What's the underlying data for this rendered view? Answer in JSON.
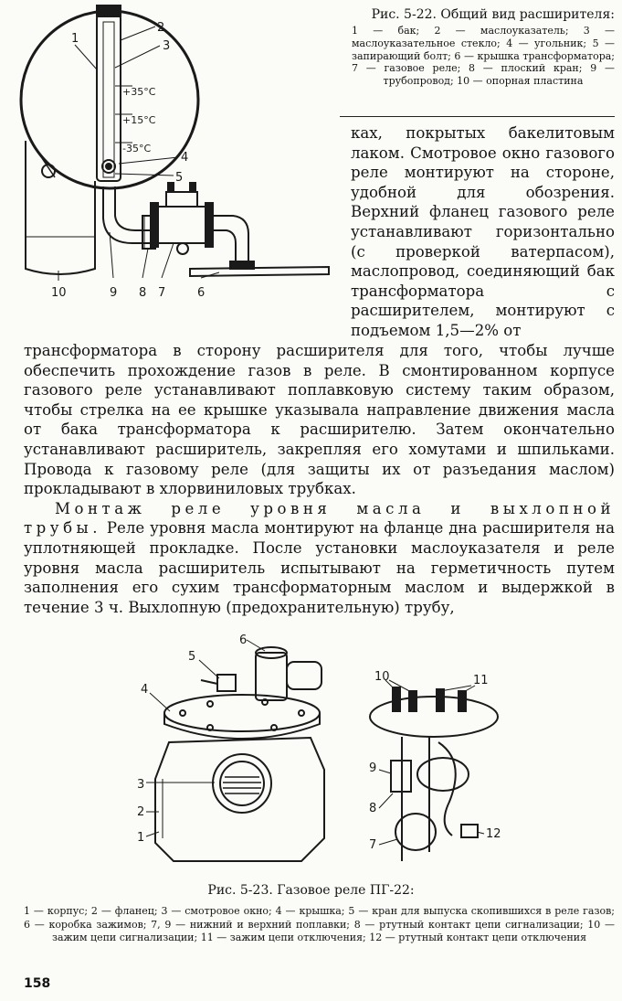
{
  "figure1": {
    "title": "Рис. 5-22. Общий вид расширителя:",
    "legend": "1 — бак; 2 — маслоуказатель; 3 — маслоуказательное стекло; 4 — угольник; 5 — запирающий болт; 6 — крышка трансформатора; 7 — газовое реле; 8 — плоский кран; 9 — трубопровод; 10 — опорная пластина",
    "temps": [
      "+35°C",
      "+15°C",
      "-35°C"
    ],
    "labels": {
      "n1": "1",
      "n2": "2",
      "n3": "3",
      "n4": "4",
      "n5": "5",
      "n6": "6",
      "n7": "7",
      "n8": "8",
      "n9": "9",
      "n10": "10"
    }
  },
  "text": {
    "wrap": "ках, покрытых бакелитовым лаком. Смотровое окно газового реле монтируют на стороне, удобной для обозрения. Верхний фланец газового реле устанавливают горизонтально (с проверкой ватерпасом), маслопровод, соединяющий бак трансформатора с расширителем, монтируют с подъемом 1,5—2% от",
    "p1": "трансформатора в сторону расширителя для того, чтобы лучше обеспечить прохождение газов в реле. В смонтированном корпусе газового реле устанавливают поплавковую систему таким образом, чтобы стрелка на ее крышке указывала направление движения масла от бака трансформатора к расширителю. Затем окончательно устанавливают расширитель, закрепляя его хомутами и шпильками. Провода к газовому реле (для защиты их от разъедания маслом) прокладывают в хлорвиниловых трубках.",
    "p2_heading": "Монтаж реле уровня масла и выхлопной трубы.",
    "p2_body": " Реле уровня масла монтируют на фланце дна расширителя на уплотняющей прокладке. После установки маслоуказателя и реле уровня масла расширитель испытывают на герметичность путем заполнения его сухим трансформаторным маслом и выдержкой в течение 3 ч. Выхлопную (предохранительную) трубу,"
  },
  "figure2": {
    "title": "Рис. 5-23. Газовое реле ПГ-22:",
    "legend": "1 — корпус; 2 — фланец; 3 — смотровое окно; 4 — крышка; 5 — кран для выпуска скопившихся в реле газов; 6 — коробка зажимов; 7, 9 — нижний и верхний поплавки; 8 — ртутный контакт цепи сигнализации; 10 — зажим цепи сигнализации; 11 — зажим цепи отключения; 12 — ртутный контакт цепи отключения",
    "labels": {
      "n1": "1",
      "n2": "2",
      "n3": "3",
      "n4": "4",
      "n5": "5",
      "n6": "6",
      "n7": "7",
      "n8": "8",
      "n9": "9",
      "n10": "10",
      "n11": "11",
      "n12": "12"
    }
  },
  "page_number": "158"
}
